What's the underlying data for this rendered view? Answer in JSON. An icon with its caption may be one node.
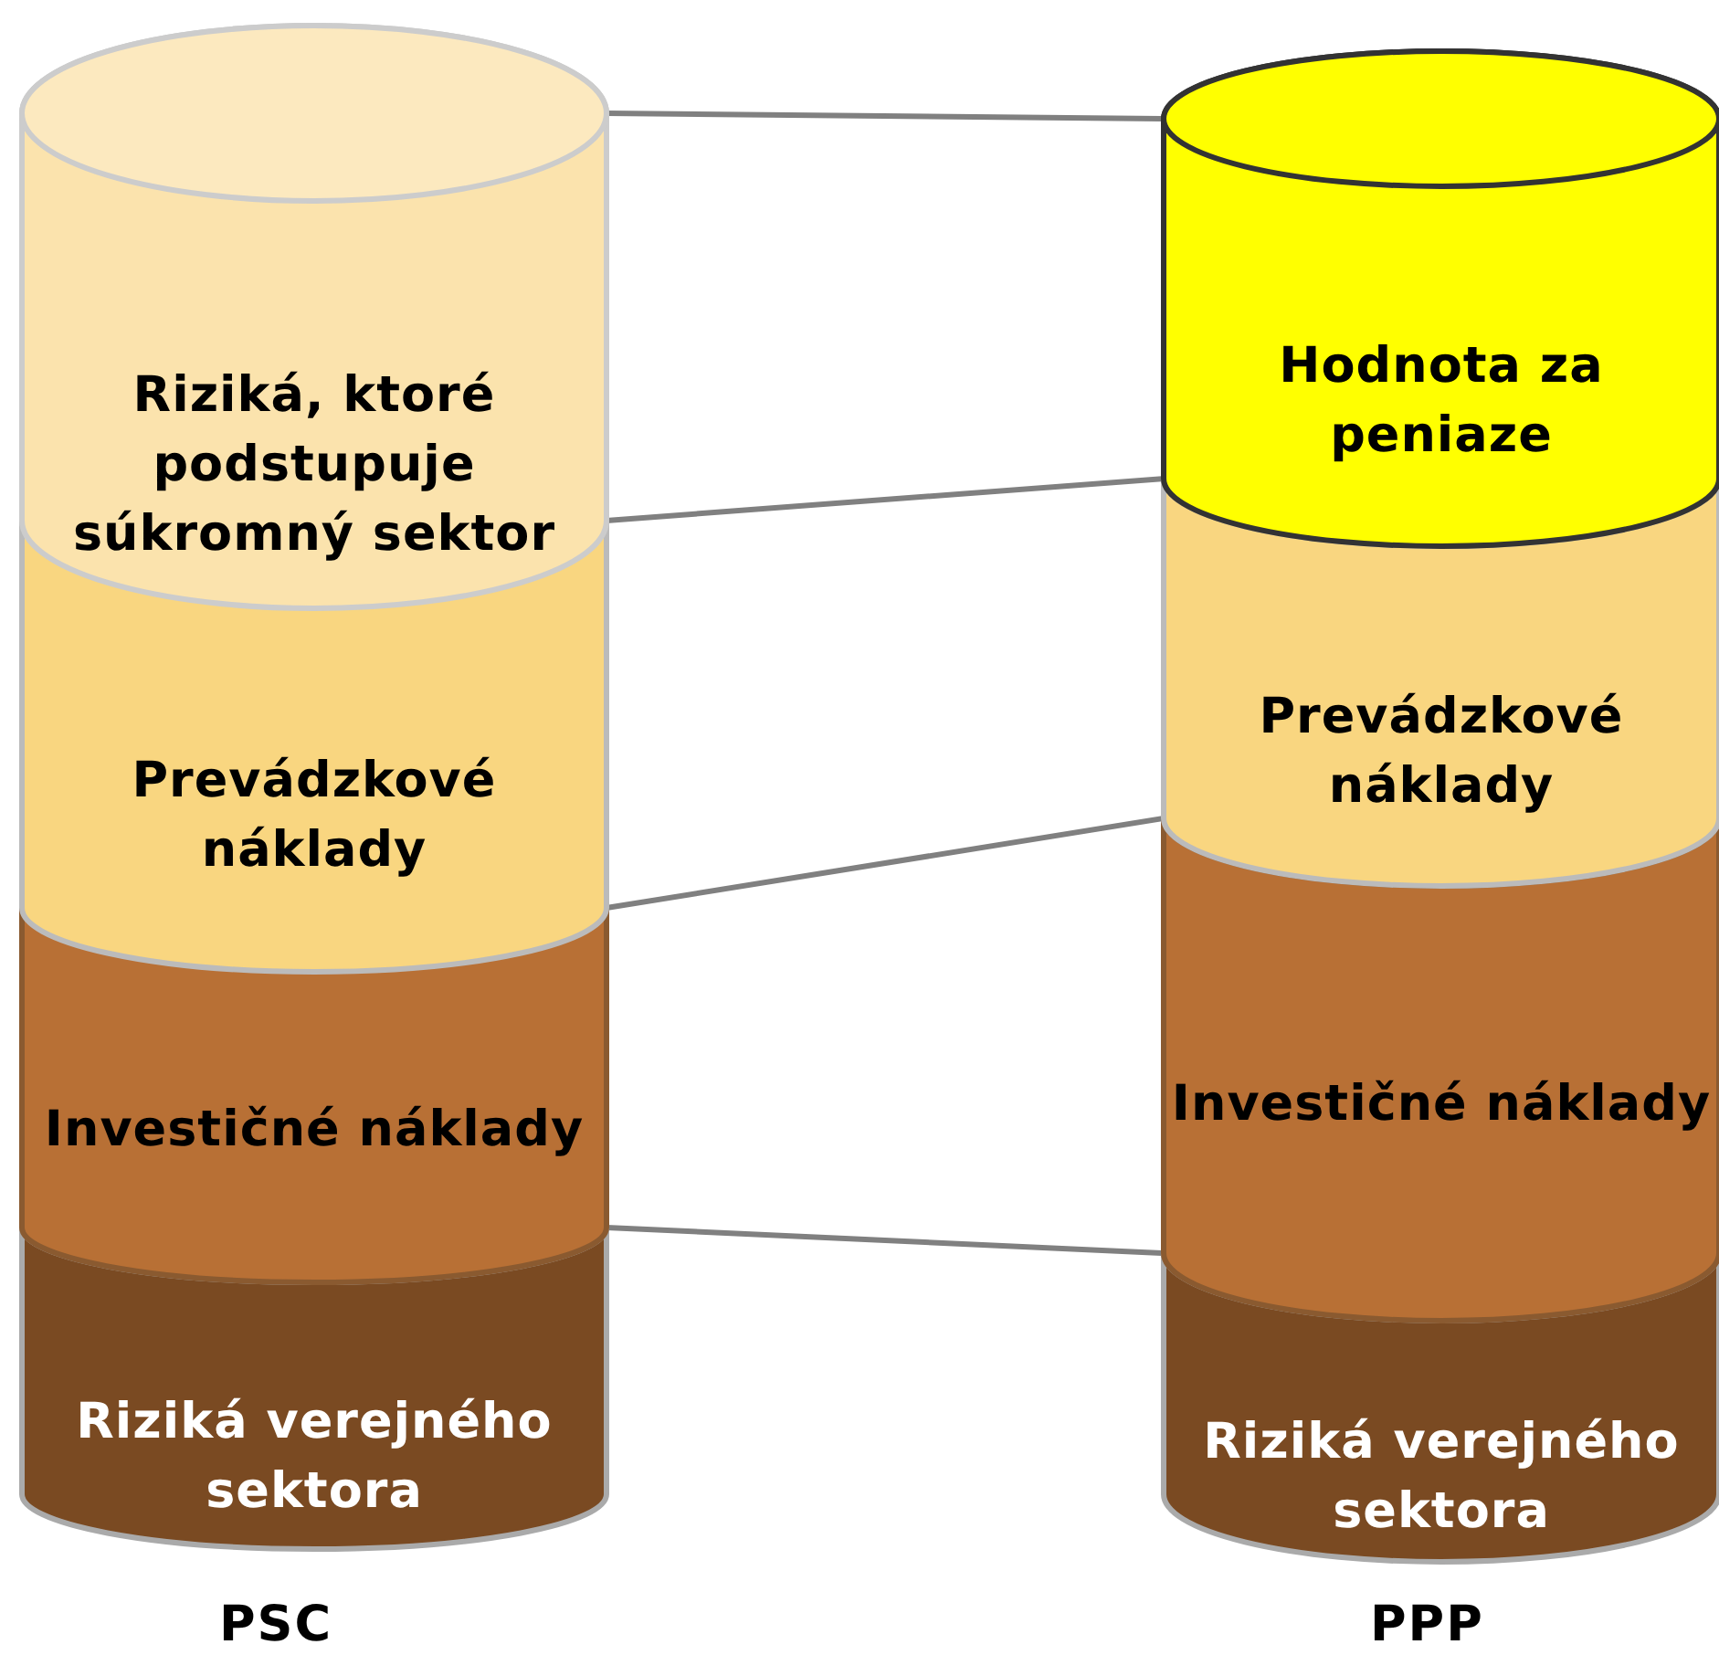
{
  "diagram": {
    "nodes": [
      {
        "text": [
          "Riziká, ktoré podstupuje súkromný sektor"
        ]
      },
      {
        "text": [
          "Prevádzkové náklady"
        ]
      },
      {
        "text": [
          "Investičné náklady"
        ]
      },
      {
        "text": [
          "Riziká verejného sektora"
        ]
      },
      {
        "text": [
          "Hodnota za peniaze"
        ]
      },
      {
        "text": [
          "Prevádzkové náklady"
        ]
      },
      {
        "text": [
          "Investičné náklady"
        ]
      },
      {
        "text": [
          "Riziká verejného sektora"
        ]
      }
    ],
    "edges": [
      {
        "from": 0,
        "to": 4,
        "arrow": "none"
      },
      {
        "from": 1,
        "to": 5,
        "arrow": "none"
      },
      {
        "from": 2,
        "to": 6,
        "arrow": "none"
      },
      {
        "from": 3,
        "to": 7,
        "arrow": "none"
      }
    ],
    "labels": [
      "PSC",
      "PPP"
    ]
  }
}
